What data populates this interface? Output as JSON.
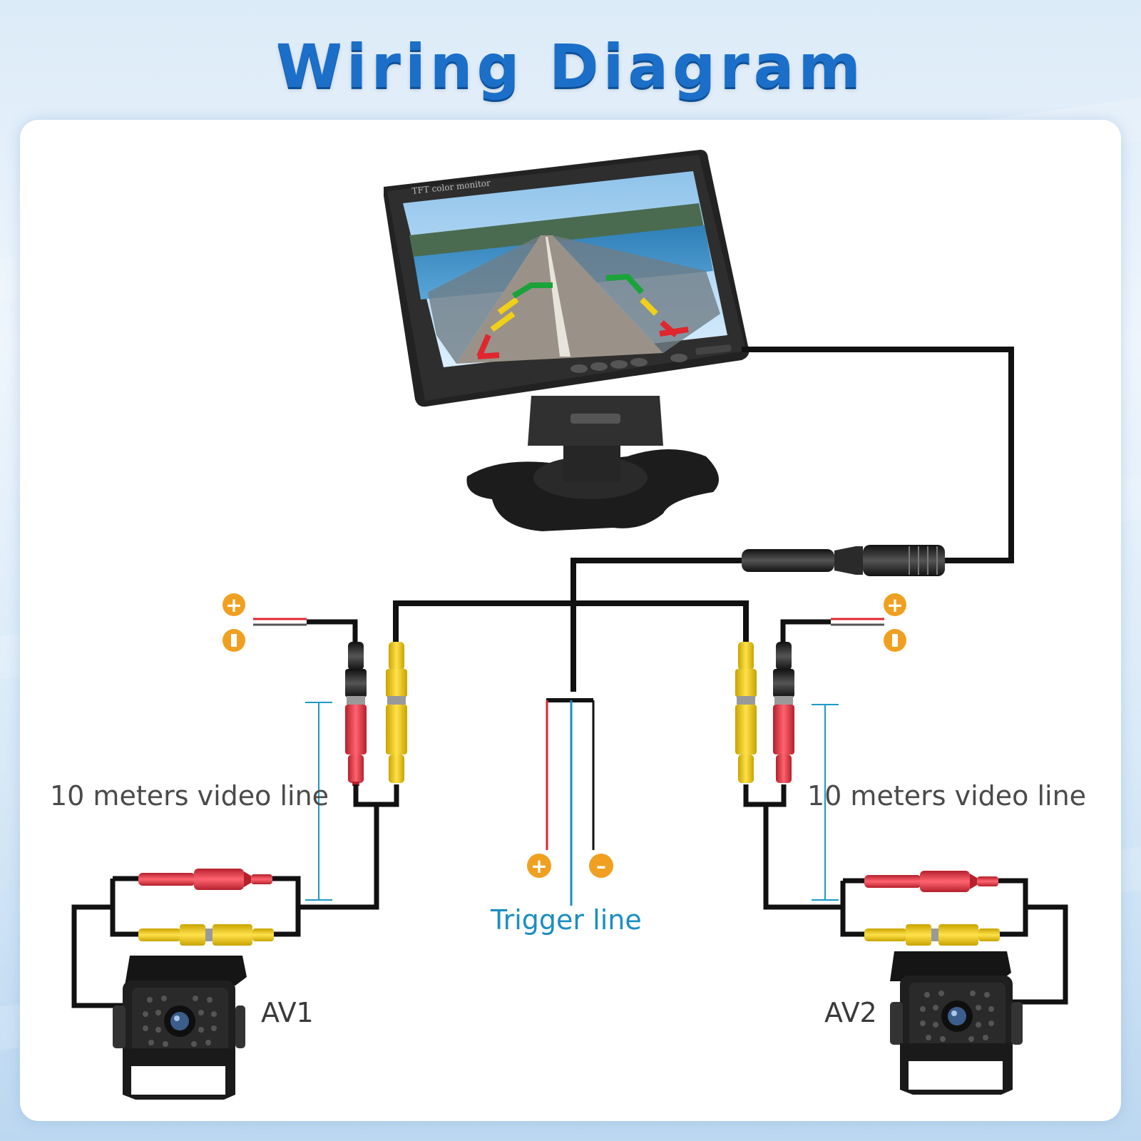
{
  "title": "Wiring Diagram",
  "monitor": {
    "brand_text": "TFT color monitor"
  },
  "labels": {
    "video_line_left": "10 meters video line",
    "video_line_right": "10 meters video line",
    "trigger_line": "Trigger line",
    "camera_left": "AV1",
    "camera_right": "AV2"
  },
  "symbols": {
    "plus": "+",
    "minus": "–"
  },
  "colors": {
    "title": "#1b6fc8",
    "wire": "#111111",
    "rca_yellow": "#f2d018",
    "rca_red": "#e23b48",
    "trigger_blue": "#1b8ec2",
    "trigger_red": "#e0262f",
    "terminal_orange": "#f0a020"
  }
}
